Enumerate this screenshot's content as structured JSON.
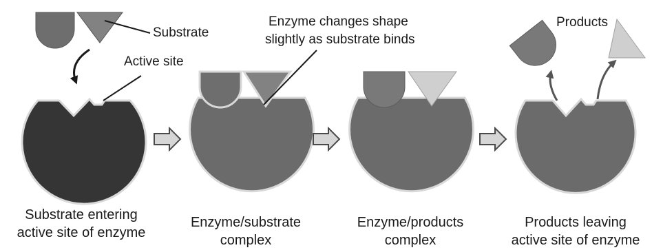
{
  "labels": {
    "substrate": "Substrate",
    "active_site": "Active site",
    "shape_change_line1": "Enzyme changes shape",
    "shape_change_line2": "slightly as substrate binds",
    "products": "Products"
  },
  "captions": [
    {
      "line1": "Substrate entering",
      "line2": "active site of enzyme"
    },
    {
      "line1": "Enzyme/substrate",
      "line2": "complex"
    },
    {
      "line1": "Enzyme/products",
      "line2": "complex"
    },
    {
      "line1": "Products leaving",
      "line2": "active site of enzyme"
    }
  ],
  "colors": {
    "enzyme_free": "#353535",
    "enzyme_bound": "#6b6b6b",
    "enzyme_edge": "#d9d9d9",
    "substrate_left": "#6e6e6e",
    "substrate_right": "#828282",
    "product_left": "#797979",
    "product_right": "#cfcfcf",
    "arrow_fill": "#d6d6d6",
    "arrow_stroke": "#4a4a4a"
  }
}
